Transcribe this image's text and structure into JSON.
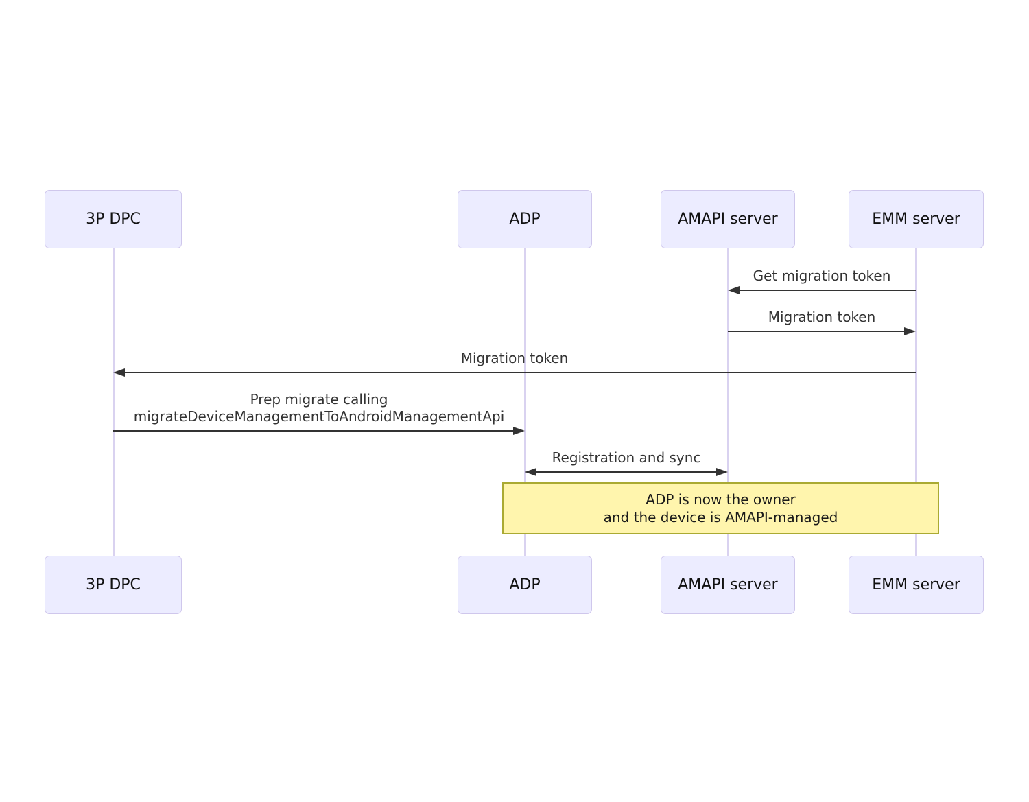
{
  "diagram_type": "sequence-diagram",
  "actors": [
    {
      "name": "3P DPC"
    },
    {
      "name": "ADP"
    },
    {
      "name": "AMAPI server"
    },
    {
      "name": "EMM server"
    }
  ],
  "messages": [
    {
      "label": "Get migration token",
      "from": "EMM server",
      "to": "AMAPI server",
      "direction": "left"
    },
    {
      "label": "Migration token",
      "from": "AMAPI server",
      "to": "EMM server",
      "direction": "right"
    },
    {
      "label": "Migration token",
      "from": "EMM server",
      "to": "3P DPC",
      "direction": "left"
    },
    {
      "line1": "Prep migrate calling",
      "line2": "migrateDeviceManagementToAndroidManagementApi",
      "from": "3P DPC",
      "to": "ADP",
      "direction": "right"
    },
    {
      "label": "Registration and sync",
      "from": "ADP",
      "to": "AMAPI server",
      "direction": "both"
    }
  ],
  "note": {
    "line1": "ADP is now the owner",
    "line2": "and the device is AMAPI-managed",
    "over": [
      "ADP",
      "EMM server"
    ]
  },
  "colors": {
    "actor_fill": "#ECECFF",
    "actor_border": "#CFC7EC",
    "lifeline": "#D9D2F0",
    "arrow": "#333333",
    "message_text": "#333333",
    "actor_text": "#111111",
    "note_fill": "#FFF5AD",
    "note_border": "#AAAA33",
    "note_text": "#1A1A1A",
    "background": "#FFFFFF"
  }
}
